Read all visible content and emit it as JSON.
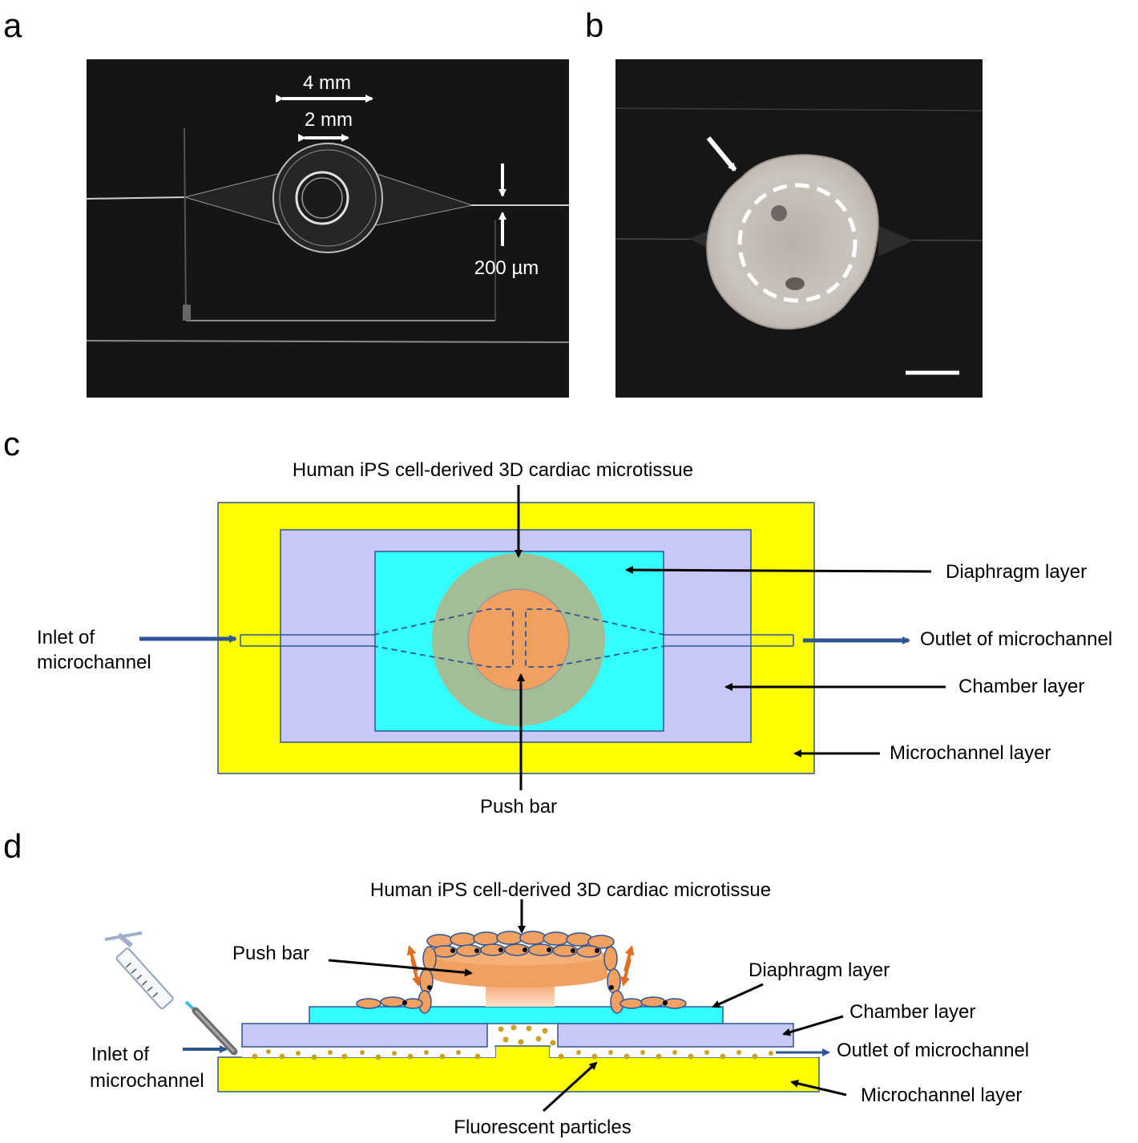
{
  "panels": {
    "a": {
      "letter": "a",
      "dim_4mm": "4 mm",
      "dim_2mm": "2 mm",
      "dim_200um": "200 µm"
    },
    "b": {
      "letter": "b"
    },
    "c": {
      "letter": "c",
      "label_microtissue": "Human iPS cell-derived  3D cardiac microtissue",
      "label_diaphragm": "Diaphragm layer",
      "label_chamber": "Chamber layer",
      "label_microchannel": "Microchannel layer",
      "label_pushbar": "Push bar",
      "label_inlet_line1": "Inlet of",
      "label_inlet_line2": "microchannel",
      "label_outlet": "Outlet of microchannel"
    },
    "d": {
      "letter": "d",
      "label_microtissue": "Human iPS cell-derived  3D cardiac microtissue",
      "label_pushbar": "Push bar",
      "label_diaphragm": "Diaphragm  layer",
      "label_chamber": "Chamber layer",
      "label_outlet": "Outlet of microchannel",
      "label_microchannel": "Microchannel layer",
      "label_particles": "Fluorescent particles",
      "label_inlet_line1": "Inlet of",
      "label_inlet_line2": "microchannel"
    }
  },
  "colors": {
    "microchannel_layer": "#ffff00",
    "chamber_layer": "#c8c8f8",
    "diaphragm_layer": "#33ffff",
    "microtissue": "#a3bd96",
    "push_bar": "#f0a060",
    "arrow_blue": "#2f5597",
    "channel_line": "#2f5597",
    "particles": "#c9a227",
    "photo_bg": "#151515"
  }
}
